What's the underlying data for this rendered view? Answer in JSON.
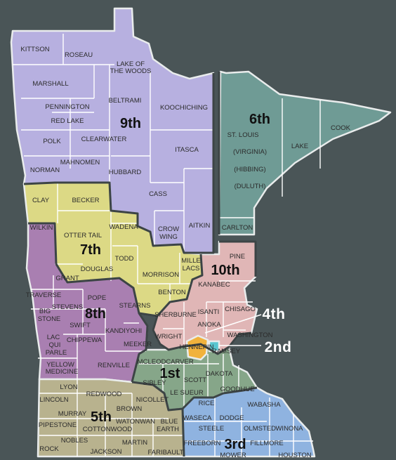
{
  "colors": {
    "background": "#4a5557",
    "district_9th": "#b7b0e0",
    "district_6th": "#6f9b95",
    "district_7th": "#dcd985",
    "district_8th": "#a97fb1",
    "district_10th": "#e0b6b6",
    "district_1st": "#86a689",
    "district_5th": "#b8b28e",
    "district_3rd": "#8fb3e0",
    "district_4th": "#f1b23c",
    "district_2nd": "#58c6d0"
  },
  "districts": [
    {
      "id": "9th",
      "label": "9th"
    },
    {
      "id": "6th",
      "label": "6th"
    },
    {
      "id": "7th",
      "label": "7th"
    },
    {
      "id": "8th",
      "label": "8th"
    },
    {
      "id": "10th",
      "label": "10th"
    },
    {
      "id": "1st",
      "label": "1st"
    },
    {
      "id": "5th",
      "label": "5th"
    },
    {
      "id": "3rd",
      "label": "3rd"
    },
    {
      "id": "4th",
      "label": "4th"
    },
    {
      "id": "2nd",
      "label": "2nd"
    }
  ],
  "counties": [
    "KITTSON",
    "ROSEAU",
    "LAKE OF",
    "THE WOODS",
    "MARSHALL",
    "BELTRAMI",
    "KOOCHICHING",
    "PENNINGTON",
    "RED LAKE",
    "POLK",
    "CLEARWATER",
    "NORMAN",
    "MAHNOMEN",
    "HUBBARD",
    "ITASCA",
    "CASS",
    "AITKIN",
    "CROW",
    "WING",
    "ST. LOUIS",
    "(VIRGINIA)",
    "(HIBBING)",
    "(DULUTH)",
    "LAKE",
    "COOK",
    "CARLTON",
    "PINE",
    "CLAY",
    "BECKER",
    "WADENA",
    "OTTER TAIL",
    "TODD",
    "DOUGLAS",
    "MORRISON",
    "MILLE",
    "LACS",
    "BENTON",
    "STEARNS",
    "WILKIN",
    "GRANT",
    "TRAVERSE",
    "POPE",
    "BIG",
    "STONE",
    "STEVENS",
    "SWIFT",
    "KANDIYOHI",
    "CHIPPEWA",
    "LAC",
    "QUI",
    "PARLE",
    "YELLOW",
    "MEDICINE",
    "RENVILLE",
    "MEEKER",
    "KANABEC",
    "ISANTI",
    "CHISAGO",
    "SHERBURNE",
    "ANOKA",
    "WRIGHT",
    "WASHINGTON",
    "HENNEPIN",
    "RAMSEY",
    "MCLEOD",
    "CARVER",
    "SIBLEY",
    "SCOTT",
    "DAKOTA",
    "LE SUEUR",
    "GOODHUE",
    "NICOLLET",
    "WABASHA",
    "RICE",
    "LYON",
    "LINCOLN",
    "REDWOOD",
    "MURRAY",
    "BROWN",
    "PIPESTONE",
    "WATONWAN",
    "BLUE",
    "EARTH",
    "COTTONWOOD",
    "NOBLES",
    "MARTIN",
    "ROCK",
    "JACKSON",
    "FARIBAULT",
    "WASECA",
    "DODGE",
    "STEELE",
    "OLMSTED",
    "WINONA",
    "FREEBORN",
    "FILLMORE",
    "MOWER",
    "HOUSTON"
  ]
}
